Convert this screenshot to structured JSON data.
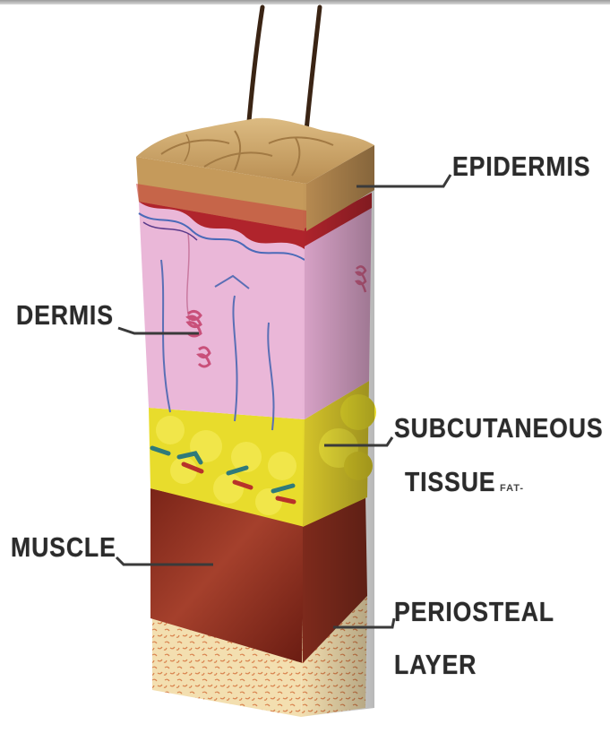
{
  "labels": {
    "epidermis": "EPIDERMIS",
    "dermis": "DERMIS",
    "subcutaneous_line1": "SUBCUTANEOUS",
    "subcutaneous_line2": "TISSUE",
    "fat_note": "FAT-",
    "muscle": "MUSCLE",
    "periosteal_line1": "PERIOSTEAL",
    "periosteal_line2": "LAYER"
  },
  "colors": {
    "epidermis": "#c9a56a",
    "dermis": "#e8b3d6",
    "fat": "#e6da2a",
    "muscle": "#8e2f22",
    "periosteal": "#f2dcaa",
    "label_text": "#2b2b2b"
  }
}
